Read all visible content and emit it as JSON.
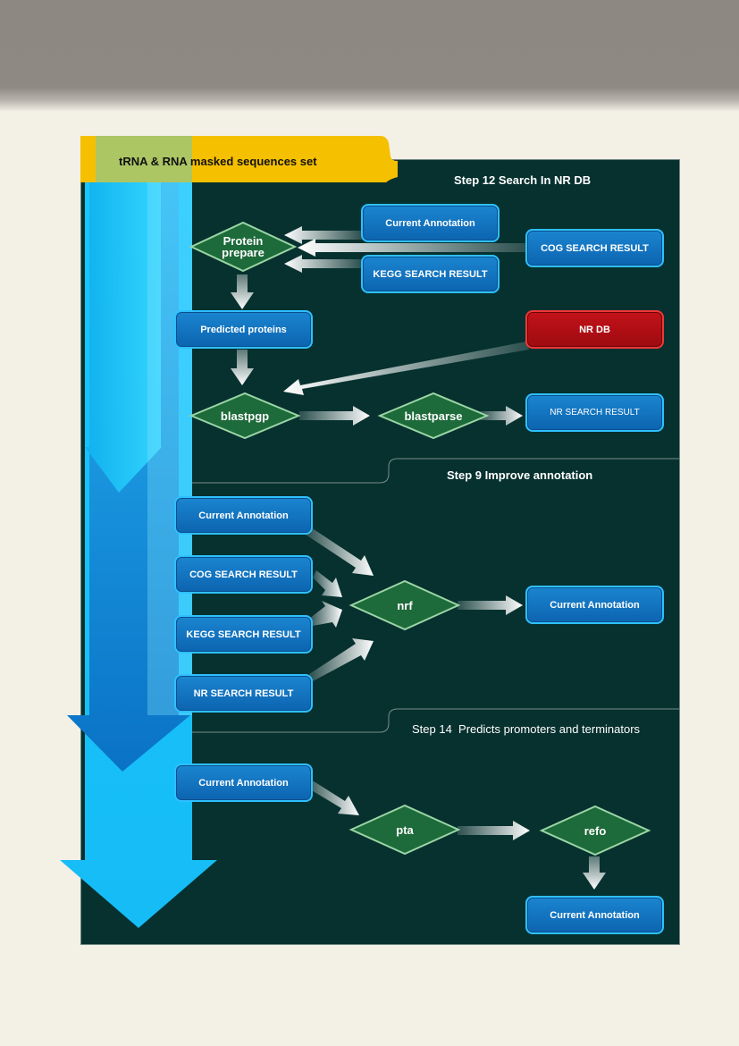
{
  "banner": {
    "label": "tRNA & RNA masked sequences set"
  },
  "steps": {
    "s12": "Step 12 Search In NR DB",
    "s9": "Step 9 Improve annotation",
    "s14": "Step 14  Predicts promoters and terminators"
  },
  "boxes": {
    "current_annotation_1": "Current Annotation",
    "cog_search_result_1": "COG SEARCH RESULT",
    "kegg_search_result_1": "KEGG SEARCH RESULT",
    "predicted_proteins": "Predicted proteins",
    "nr_db": "NR DB",
    "nr_search_result_1": "NR SEARCH RESULT",
    "current_annotation_2": "Current Annotation",
    "cog_search_result_2": "COG SEARCH RESULT",
    "kegg_search_result_2": "KEGG SEARCH RESULT",
    "nr_search_result_2": "NR SEARCH RESULT",
    "current_annotation_3": "Current Annotation",
    "current_annotation_4": "Current Annotation",
    "current_annotation_5": "Current Annotation"
  },
  "diamonds": {
    "protein_prepare_l1": "Protein",
    "protein_prepare_l2": "prepare",
    "blastpgp": "blastpgp",
    "blastparse": "blastparse",
    "nrf": "nrf",
    "pta": "pta",
    "refo": "refo"
  },
  "colors": {
    "panel": "#06312f",
    "banner": "#f5c000",
    "box": "#0c6ab5",
    "box_border": "#2ec0ff",
    "db_box": "#b40f16",
    "diamond": "#1d6a3a",
    "flow_arrow": "#1cc8ff"
  }
}
